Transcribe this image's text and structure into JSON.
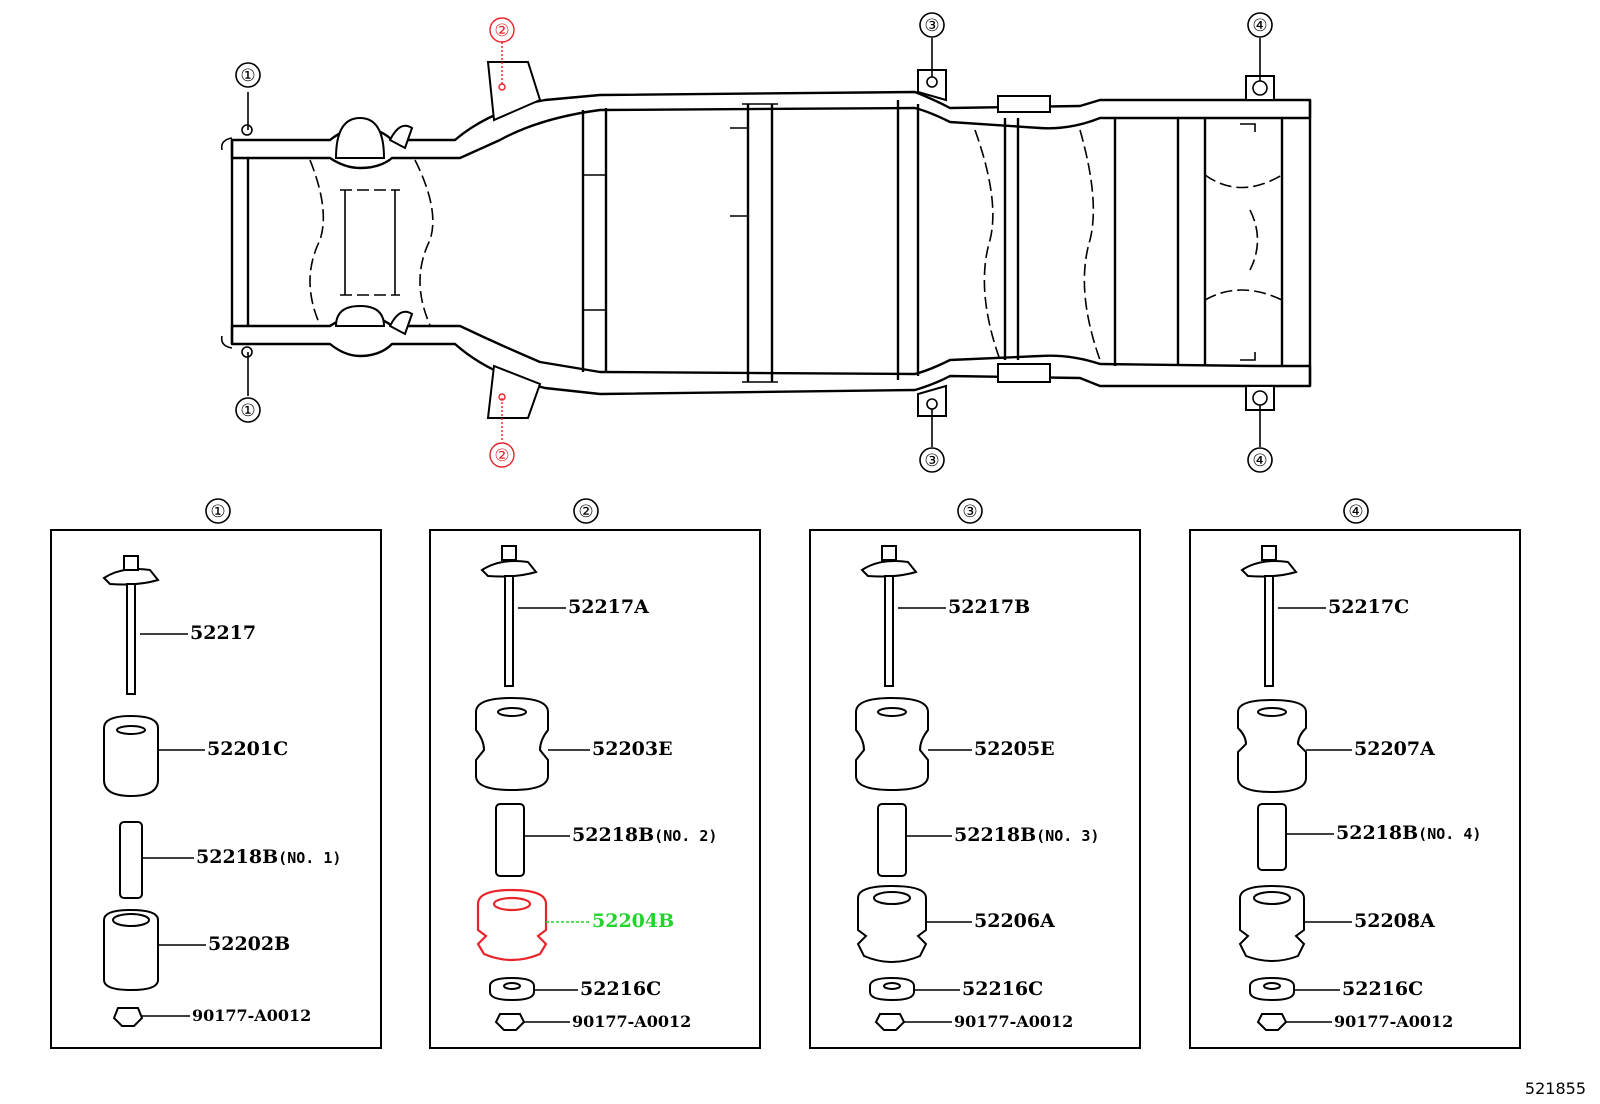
{
  "diagram_ref": "521855",
  "highlight_color": "#21d32a",
  "accent_color": "#e8232a",
  "callouts": {
    "c1": "①",
    "c2": "②",
    "c3": "③",
    "c4": "④"
  },
  "groups": [
    {
      "label": "①",
      "bolt": "52217",
      "upper_cushion": "52201C",
      "collar": {
        "number": "52218B",
        "suffix": "(NO. 1)"
      },
      "lower_cushion": "52202B",
      "nut": "90177-A0012"
    },
    {
      "label": "②",
      "bolt": "52217A",
      "upper_cushion": "52203E",
      "collar": {
        "number": "52218B",
        "suffix": "(NO. 2)"
      },
      "lower_cushion": "52204B",
      "washer": "52216C",
      "nut": "90177-A0012"
    },
    {
      "label": "③",
      "bolt": "52217B",
      "upper_cushion": "52205E",
      "collar": {
        "number": "52218B",
        "suffix": "(NO. 3)"
      },
      "lower_cushion": "52206A",
      "washer": "52216C",
      "nut": "90177-A0012"
    },
    {
      "label": "④",
      "bolt": "52217C",
      "upper_cushion": "52207A",
      "collar": {
        "number": "52218B",
        "suffix": "(NO. 4)"
      },
      "lower_cushion": "52208A",
      "washer": "52216C",
      "nut": "90177-A0012"
    }
  ]
}
